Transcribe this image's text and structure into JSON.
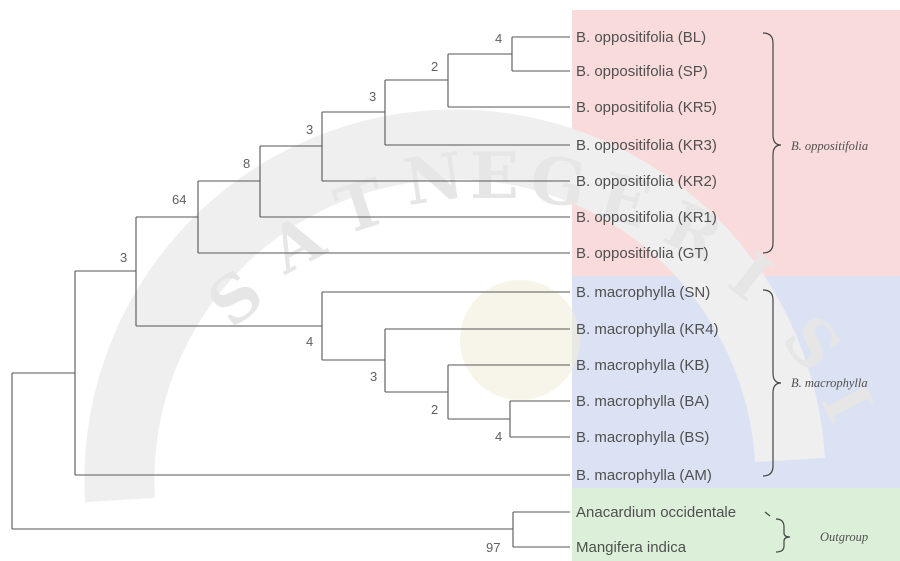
{
  "colors": {
    "oppositifolia_band": "#f9dbdb",
    "macrophylla_band": "#dbe2f3",
    "outgroup_band": "#dcf0d9",
    "watermark": "#e6e6e6",
    "branch": "#555555"
  },
  "taxa": [
    "B. oppositifolia (BL)",
    "B. oppositifolia (SP)",
    "B. oppositifolia (KR5)",
    "B. oppositifolia (KR3)",
    "B. oppositifolia (KR2)",
    "B. oppositifolia (KR1)",
    "B. oppositifolia (GT)",
    "B. macrophylla (SN)",
    "B. macrophylla (KR4)",
    "B. macrophylla (KB)",
    "B. macrophylla (BA)",
    "B. macrophylla (BS)",
    "B. macrophylla (AM)",
    "Anacardium occidentale",
    "Mangifera indica"
  ],
  "bootstrap": {
    "bl_sp": "4",
    "kr5": "2",
    "kr3": "3",
    "kr2": "3",
    "kr1": "8",
    "gt": "64",
    "ingroup": "3",
    "kr4": "4",
    "kb": "3",
    "ba": "2",
    "bs": "4",
    "outgroup": "97"
  },
  "groups": {
    "oppositifolia": "B. oppositifolia",
    "macrophylla": "B. macrophylla",
    "outgroup": "Outgroup"
  },
  "watermark": [
    "N",
    "E",
    "G",
    "E",
    "R",
    "I",
    "S",
    "I",
    "T",
    "A",
    "S"
  ]
}
